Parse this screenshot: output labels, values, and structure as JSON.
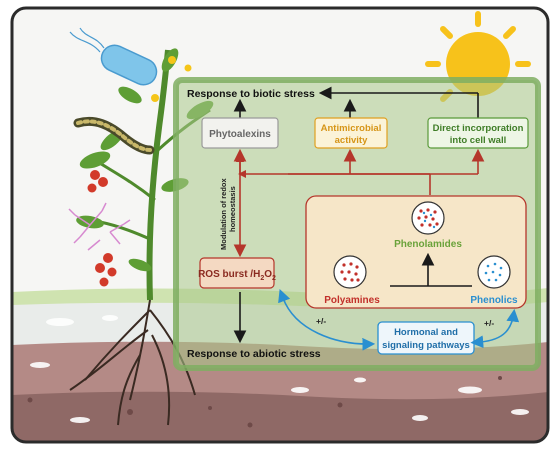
{
  "diagram": {
    "top_label": "Response to biotic stress",
    "bottom_label": "Response to abiotic stress",
    "side_label_line1": "Modulation of redox",
    "side_label_line2": "homeostasis",
    "boxes": {
      "phytoalexins": "Phytoalexins",
      "antimicrobial_line1": "Antimicrobial",
      "antimicrobial_line2": "activity",
      "incorporation_line1": "Direct incorporation",
      "incorporation_line2": "into cell wall",
      "ros_main": "ROS burst /H",
      "ros_sub1": "2",
      "ros_mid": "O",
      "ros_sub2": "2",
      "hormonal_line1": "Hormonal and",
      "hormonal_line2": "signaling pathways"
    },
    "compounds": {
      "phenolamides": "Phenolamides",
      "polyamines": "Polyamines",
      "phenolics": "Phenolics"
    },
    "modulators": {
      "left": "+/-",
      "right": "+/-"
    }
  },
  "colors": {
    "panel_fill": "#a9c98a",
    "panel_border": "#7fae62",
    "arrow_dark": "#1a1a1a",
    "arrow_red": "#b5362b",
    "arrow_blue": "#2a8fd0",
    "phytoalexins_border": "#9a9a9a",
    "antimicrobial_border": "#e0a020",
    "antimicrobial_text": "#d69518",
    "incorporation_border": "#5a9a3a",
    "incorporation_text": "#3f7d27",
    "ros_fill": "#f4d9c2",
    "ros_border": "#b5362b",
    "hormonal_border": "#2a8fd0",
    "hormonal_text": "#1f6ea8",
    "compound_panel_fill": "#f6e6c8",
    "compound_panel_border": "#b5362b",
    "phenolamides_text": "#6aa23a",
    "polyamines_text": "#c2302a",
    "phenolics_text": "#2a8fd0",
    "sun": "#f7c21b",
    "soil": "#a07a78"
  }
}
